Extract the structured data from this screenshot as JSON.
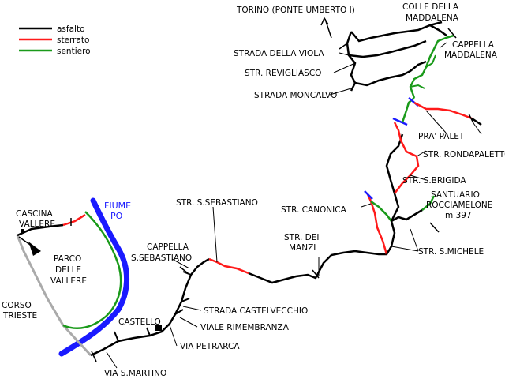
{
  "legend": {
    "asfalto": "asfalto",
    "sterrato": "sterrato",
    "sentiero": "sentiero"
  },
  "colors": {
    "asfalto": "#000000",
    "sterrato": "#ff1a1a",
    "sentiero": "#1a9a1a",
    "river": "#1a1aff",
    "corso": "#aaaaaa"
  },
  "labels": {
    "torino": "TORINO (PONTE UMBERTO I)",
    "colle_1": "COLLE DELLA",
    "colle_2": "MADDALENA",
    "cappella_madd_1": "CAPPELLA",
    "cappella_madd_2": "MADDALENA",
    "viola": "STRADA DELLA VIOLA",
    "revigliasco": "STR. REVIGLIASCO",
    "moncalvo": "STRADA MONCALVO",
    "pra_palet": "PRA' PALET",
    "rondapaletto": "STR. RONDAPALETTO",
    "sbrigida": "STR. S.BRIGIDA",
    "santuario_1": "SANTUARIO",
    "santuario_2": "ROCCIAMELONE",
    "santuario_3": "m 397",
    "canonica": "STR. CANONICA",
    "smichele": "STR. S.MICHELE",
    "dei_manzi_1": "STR. DEI",
    "dei_manzi_2": "MANZI",
    "ssebastiano": "STR. S.SEBASTIANO",
    "cappella_sseb_1": "CAPPELLA",
    "cappella_sseb_2": "S.SEBASTIANO",
    "castelvecchio": "STRADA CASTELVECCHIO",
    "rimembranza": "VIALE RIMEMBRANZA",
    "petrarca": "VIA PETRARCA",
    "castello": "CASTELLO",
    "smartino": "VIA S.MARTINO",
    "corso_1": "CORSO",
    "corso_2": "TRIESTE",
    "parco_1": "PARCO",
    "parco_2": "DELLE",
    "parco_3": "VALLERE",
    "cascina_1": "CASCINA",
    "cascina_2": "VALLERE",
    "fiume_1": "FIUME",
    "fiume_2": "PO"
  }
}
